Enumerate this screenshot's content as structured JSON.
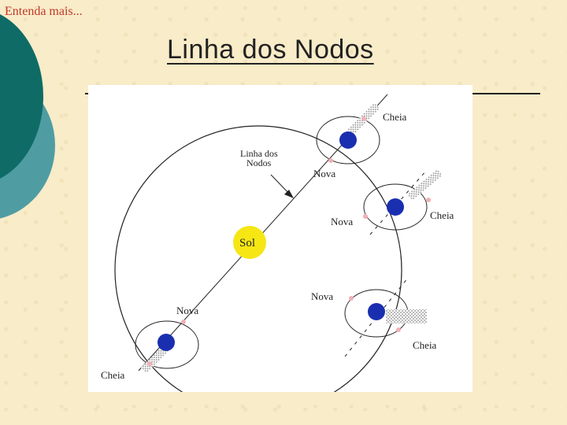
{
  "header": {
    "section_text": "Entenda mais..."
  },
  "slide": {
    "title": "Linha dos Nodos"
  },
  "diagram": {
    "sun_label": "Sol",
    "nodes_line_label_line1": "Linha dos",
    "nodes_line_label_line2": "Nodos",
    "top": {
      "full_label": "Cheia",
      "new_label": "Nova"
    },
    "right": {
      "full_label": "Cheia",
      "new_label": "Nova"
    },
    "lowright": {
      "full_label": "Cheia",
      "new_label": "Nova"
    },
    "left": {
      "full_label": "Cheia",
      "new_label": "Nova"
    },
    "colors": {
      "earth": "#1a2fb0",
      "sun": "#f5e614",
      "moon_phase_marker": "#f0b0b8"
    }
  }
}
